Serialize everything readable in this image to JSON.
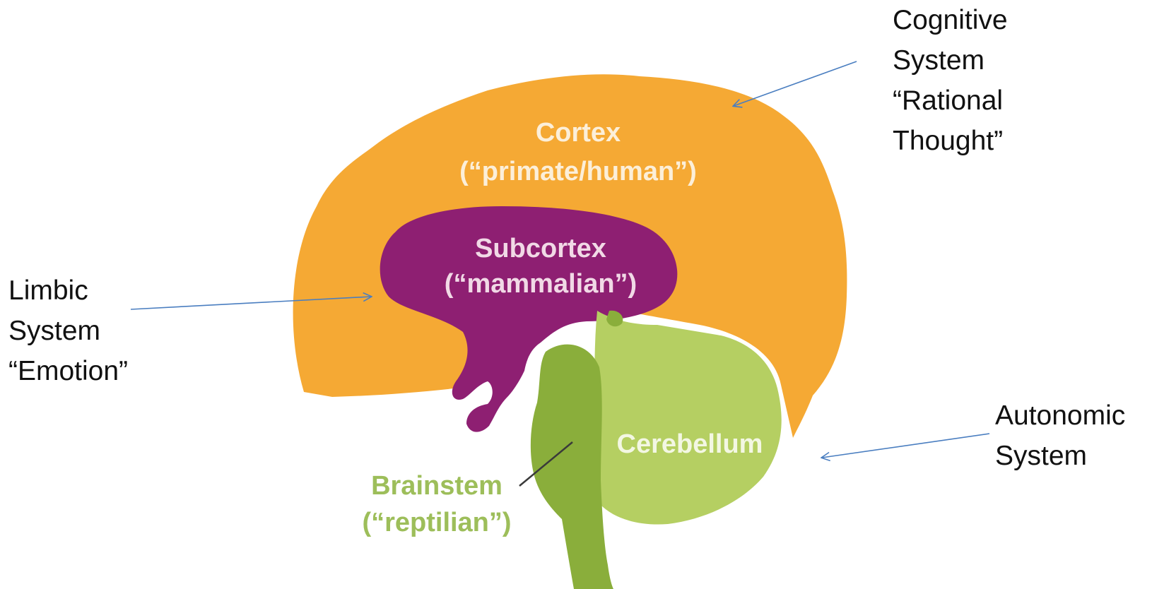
{
  "brain": {
    "cortex": {
      "name": "Cortex",
      "sub": "(“primate/human”)"
    },
    "subcortex": {
      "name": "Subcortex",
      "sub": "(“mammalian”)"
    },
    "brainstem": {
      "name": "Brainstem",
      "sub": "(“reptilian”)"
    },
    "cerebellum": {
      "name": "Cerebellum"
    }
  },
  "annotations": {
    "cognitive": {
      "line1": "Cognitive",
      "line2": "System",
      "line3": "“Rational",
      "line4": "Thought”"
    },
    "limbic": {
      "line1": "Limbic",
      "line2": "System",
      "line3": "“Emotion”"
    },
    "autonomic": {
      "line1": "Autonomic",
      "line2": "System"
    }
  },
  "colors": {
    "cortex": "#F5A934",
    "subcortex": "#8E1F72",
    "brainstem": "#8AAE3B",
    "cerebellum": "#B5CF62",
    "arrow": "#4A7EC0"
  }
}
